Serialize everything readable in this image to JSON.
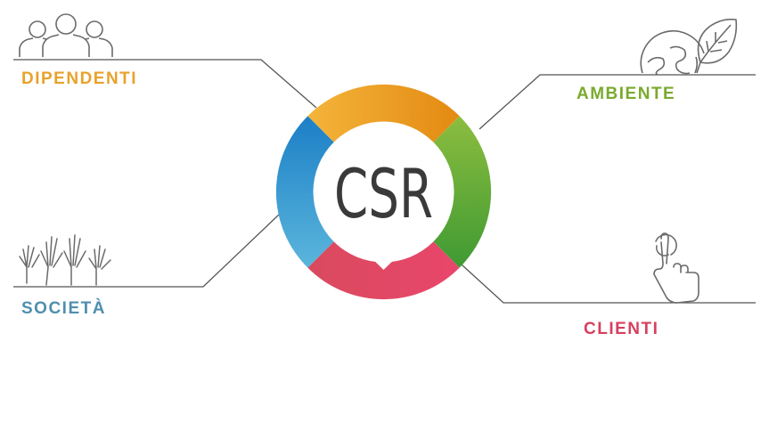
{
  "center": {
    "label": "CSR"
  },
  "stakeholders": [
    {
      "key": "dipendenti",
      "label": "DIPENDENTI",
      "color": "#e8a22b",
      "icon": "people-group-icon"
    },
    {
      "key": "ambiente",
      "label": "AMBIENTE",
      "color": "#7aaa2e",
      "icon": "globe-leaf-icon"
    },
    {
      "key": "societa",
      "label": "SOCIETÀ",
      "color": "#4f8fae",
      "icon": "raised-hands-icon"
    },
    {
      "key": "clienti",
      "label": "CLIENTI",
      "color": "#d6405e",
      "icon": "touch-hand-icon"
    }
  ],
  "ring_colors": {
    "top": "#f0a830",
    "right": "#7fb33a",
    "bottom": "#e04a66",
    "left": "#2b8fd0"
  },
  "line_color": "#555555",
  "icon_color": "#6b6b6b"
}
